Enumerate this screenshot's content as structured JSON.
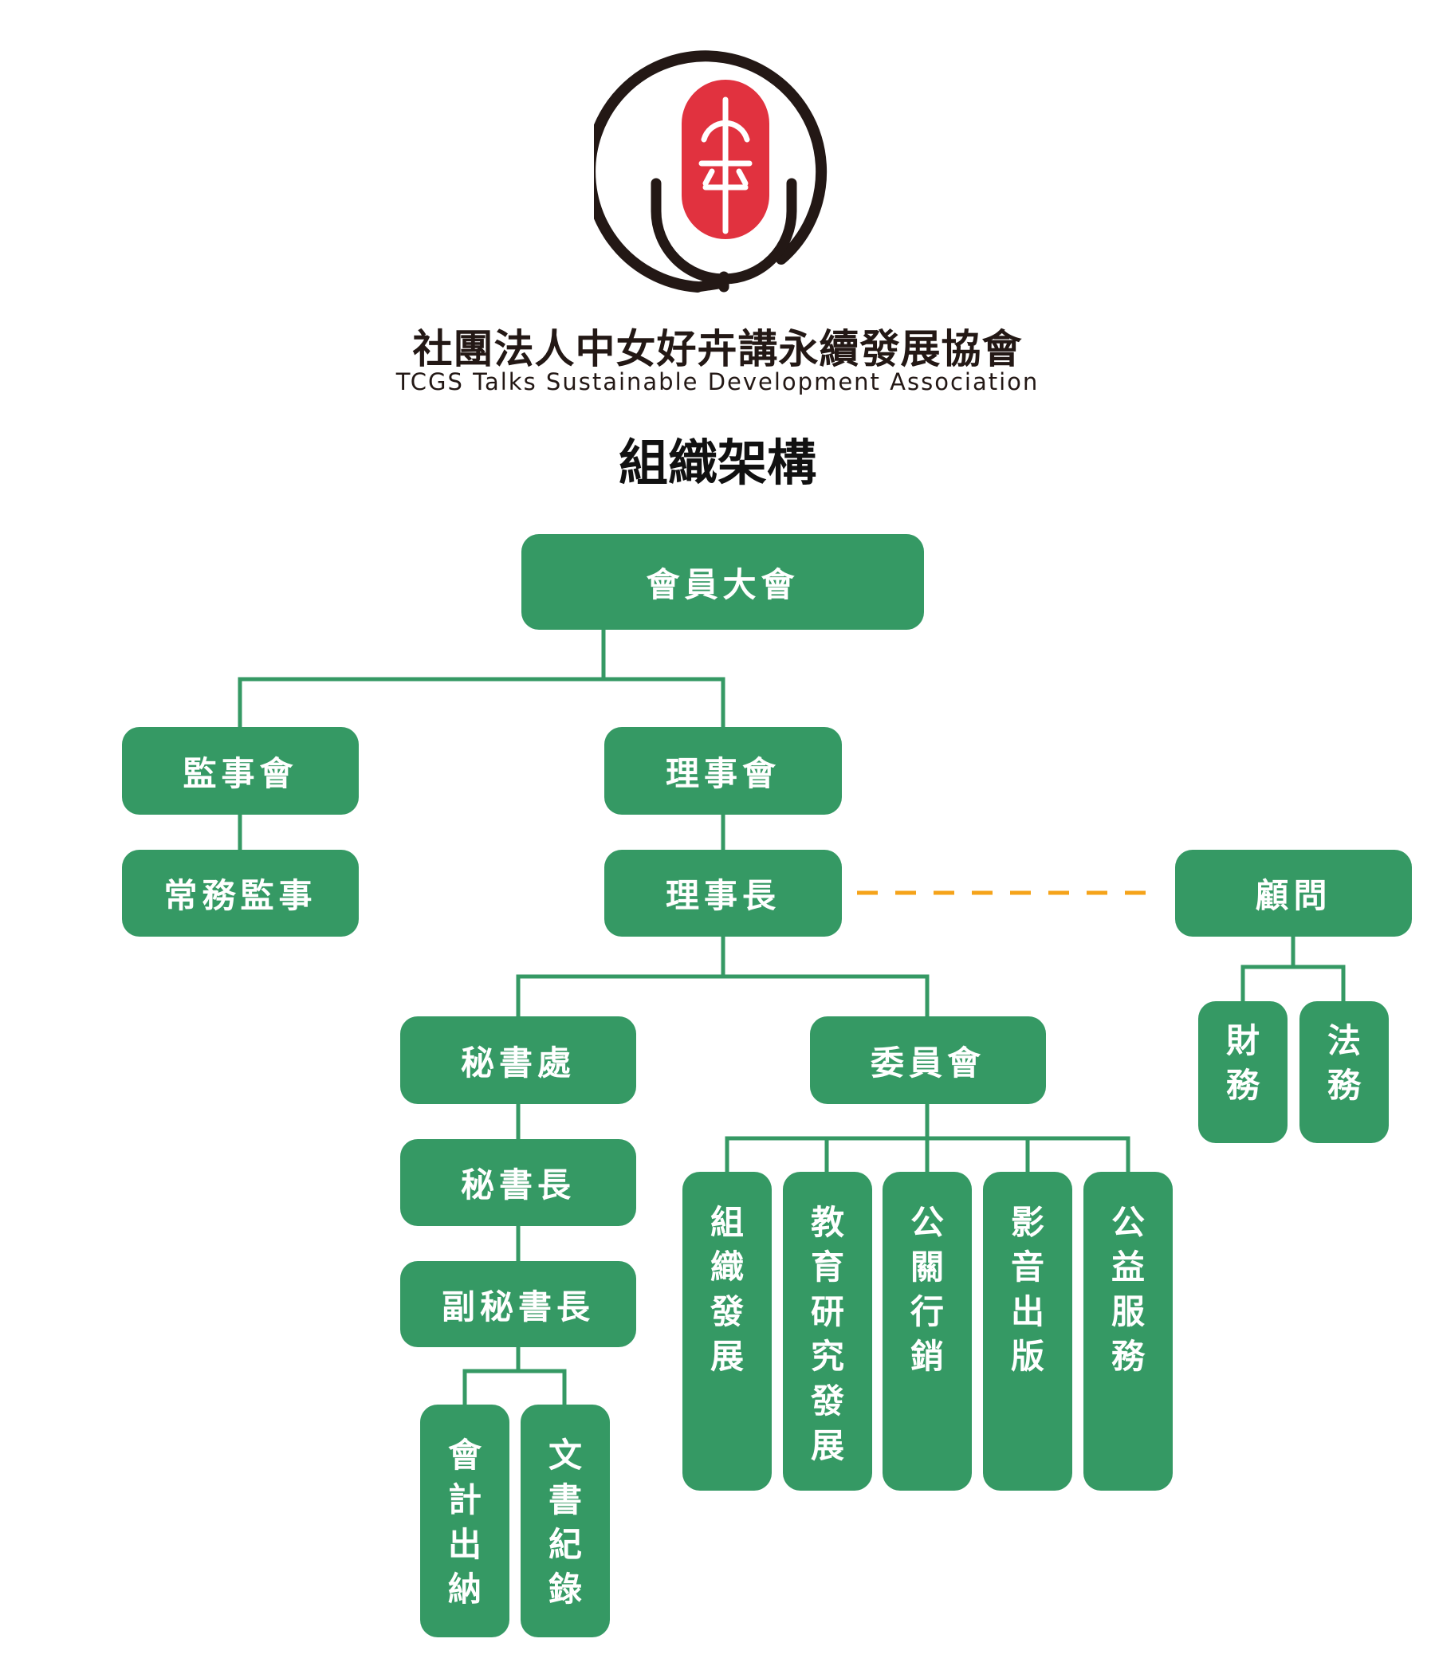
{
  "header": {
    "org_name_zh": "社團法人中女好卉講永續發展協會",
    "org_name_en": "TCGS Talks Sustainable Development Association",
    "chart_title": "組織架構",
    "colors": {
      "node_green": "#359964",
      "logo_red": "#E1323F",
      "logo_black": "#231815",
      "advisor_dash": "#F5A31A"
    }
  },
  "nodes": {
    "general_assembly": "會員大會",
    "supervisors_board": "監事會",
    "directors_board": "理事會",
    "standing_supervisor": "常務監事",
    "chairperson": "理事長",
    "advisor": "顧問",
    "finance": "財務",
    "legal": "法務",
    "secretariat": "秘書處",
    "committee": "委員會",
    "secretary_general": "秘書長",
    "deputy_secretary_general": "副秘書長",
    "accounting": "會計出納",
    "documentation": "文書紀錄",
    "org_development": "組織發展",
    "education_research": "教育研究發展",
    "pr_marketing": "公關行銷",
    "media_publishing": "影音出版",
    "public_service": "公益服務"
  }
}
